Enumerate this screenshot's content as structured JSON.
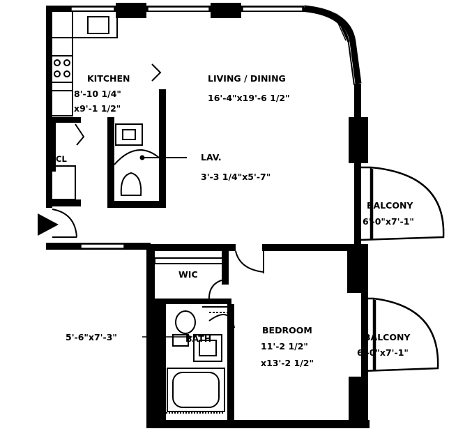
{
  "rooms": {
    "kitchen": {
      "name": "KITCHEN",
      "dim1": "8'-10 1/4\"",
      "dim2": "x9'-1 1/2\""
    },
    "living": {
      "name": "LIVING / DINING",
      "dim": "16'-4\"x19'-6 1/2\""
    },
    "lav": {
      "name": "LAV.",
      "dim": "3'-3 1/4\"x5'-7\""
    },
    "closet": {
      "name": "CL"
    },
    "balcony_upper": {
      "name": "BALCONY",
      "dim": "6'-0\"x7'-1\""
    },
    "balcony_lower": {
      "name": "BALCONY",
      "dim": "6'-0\"x7'-1\""
    },
    "wic": {
      "name": "WIC"
    },
    "bath": {
      "name": "BATH",
      "dim": "5'-6\"x7'-3\""
    },
    "bedroom": {
      "name": "BEDROOM",
      "dim1": "11'-2 1/2\"",
      "dim2": "x13'-2 1/2\""
    }
  },
  "icons": {
    "entry": "entry-arrow-icon"
  }
}
